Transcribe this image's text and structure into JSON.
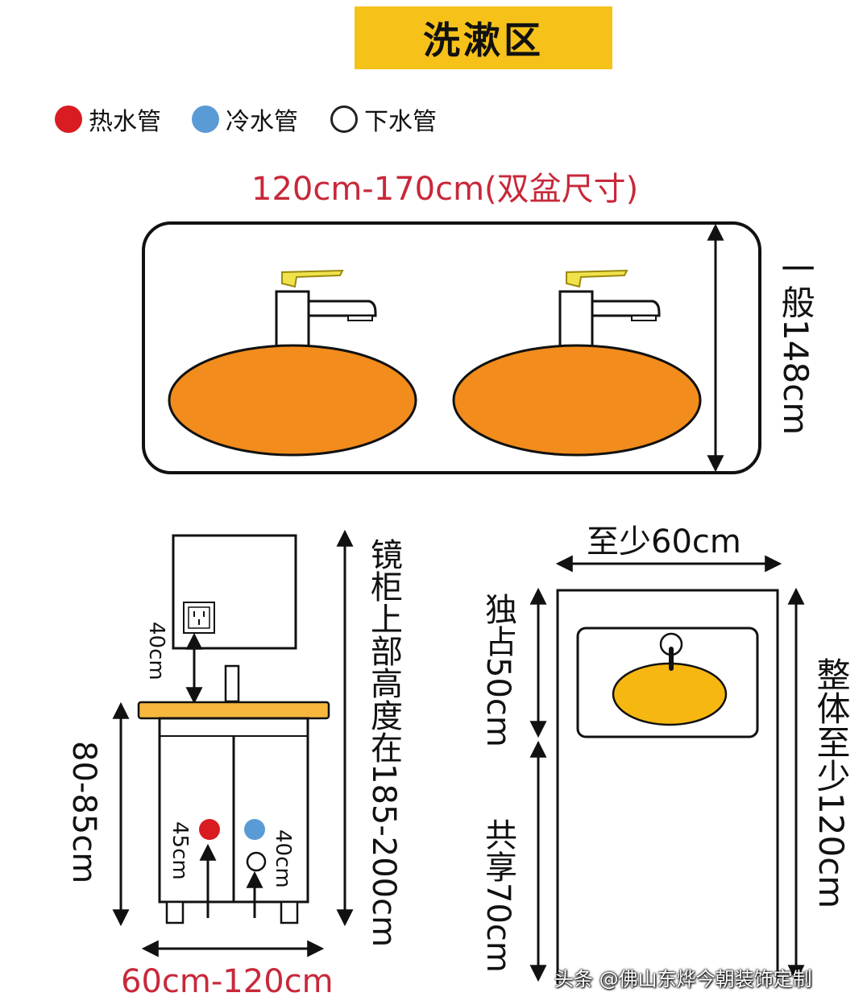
{
  "title": "洗漱区",
  "legend": [
    {
      "label": "热水管",
      "color": "#d81c22"
    },
    {
      "label": "冷水管",
      "color": "#5b9bd5"
    },
    {
      "label": "下水管",
      "color": "#ffffff"
    }
  ],
  "top_view": {
    "width_label": "120cm-170cm(双盆尺寸)",
    "height_label": "一般148cm",
    "basin_color": "#f28c1c",
    "faucet_handle_color": "#f0e24a"
  },
  "vanity_view": {
    "mirror_height_label": "镜柜上部高度在185-200cm",
    "outlet_gap_label": "40cm",
    "counter_height_label": "80-85cm",
    "hot_pipe_label": "45cm",
    "drain_label": "40cm",
    "width_label": "60cm-120cm",
    "counter_color": "#f6b73c"
  },
  "floor_plan": {
    "min_width_label": "至少60cm",
    "exclusive_label": "独占50cm",
    "shared_label": "共享70cm",
    "total_label": "整体至少120cm",
    "basin_color": "#f7b711"
  },
  "watermark": "头条 @佛山东烨今朝装饰定制"
}
